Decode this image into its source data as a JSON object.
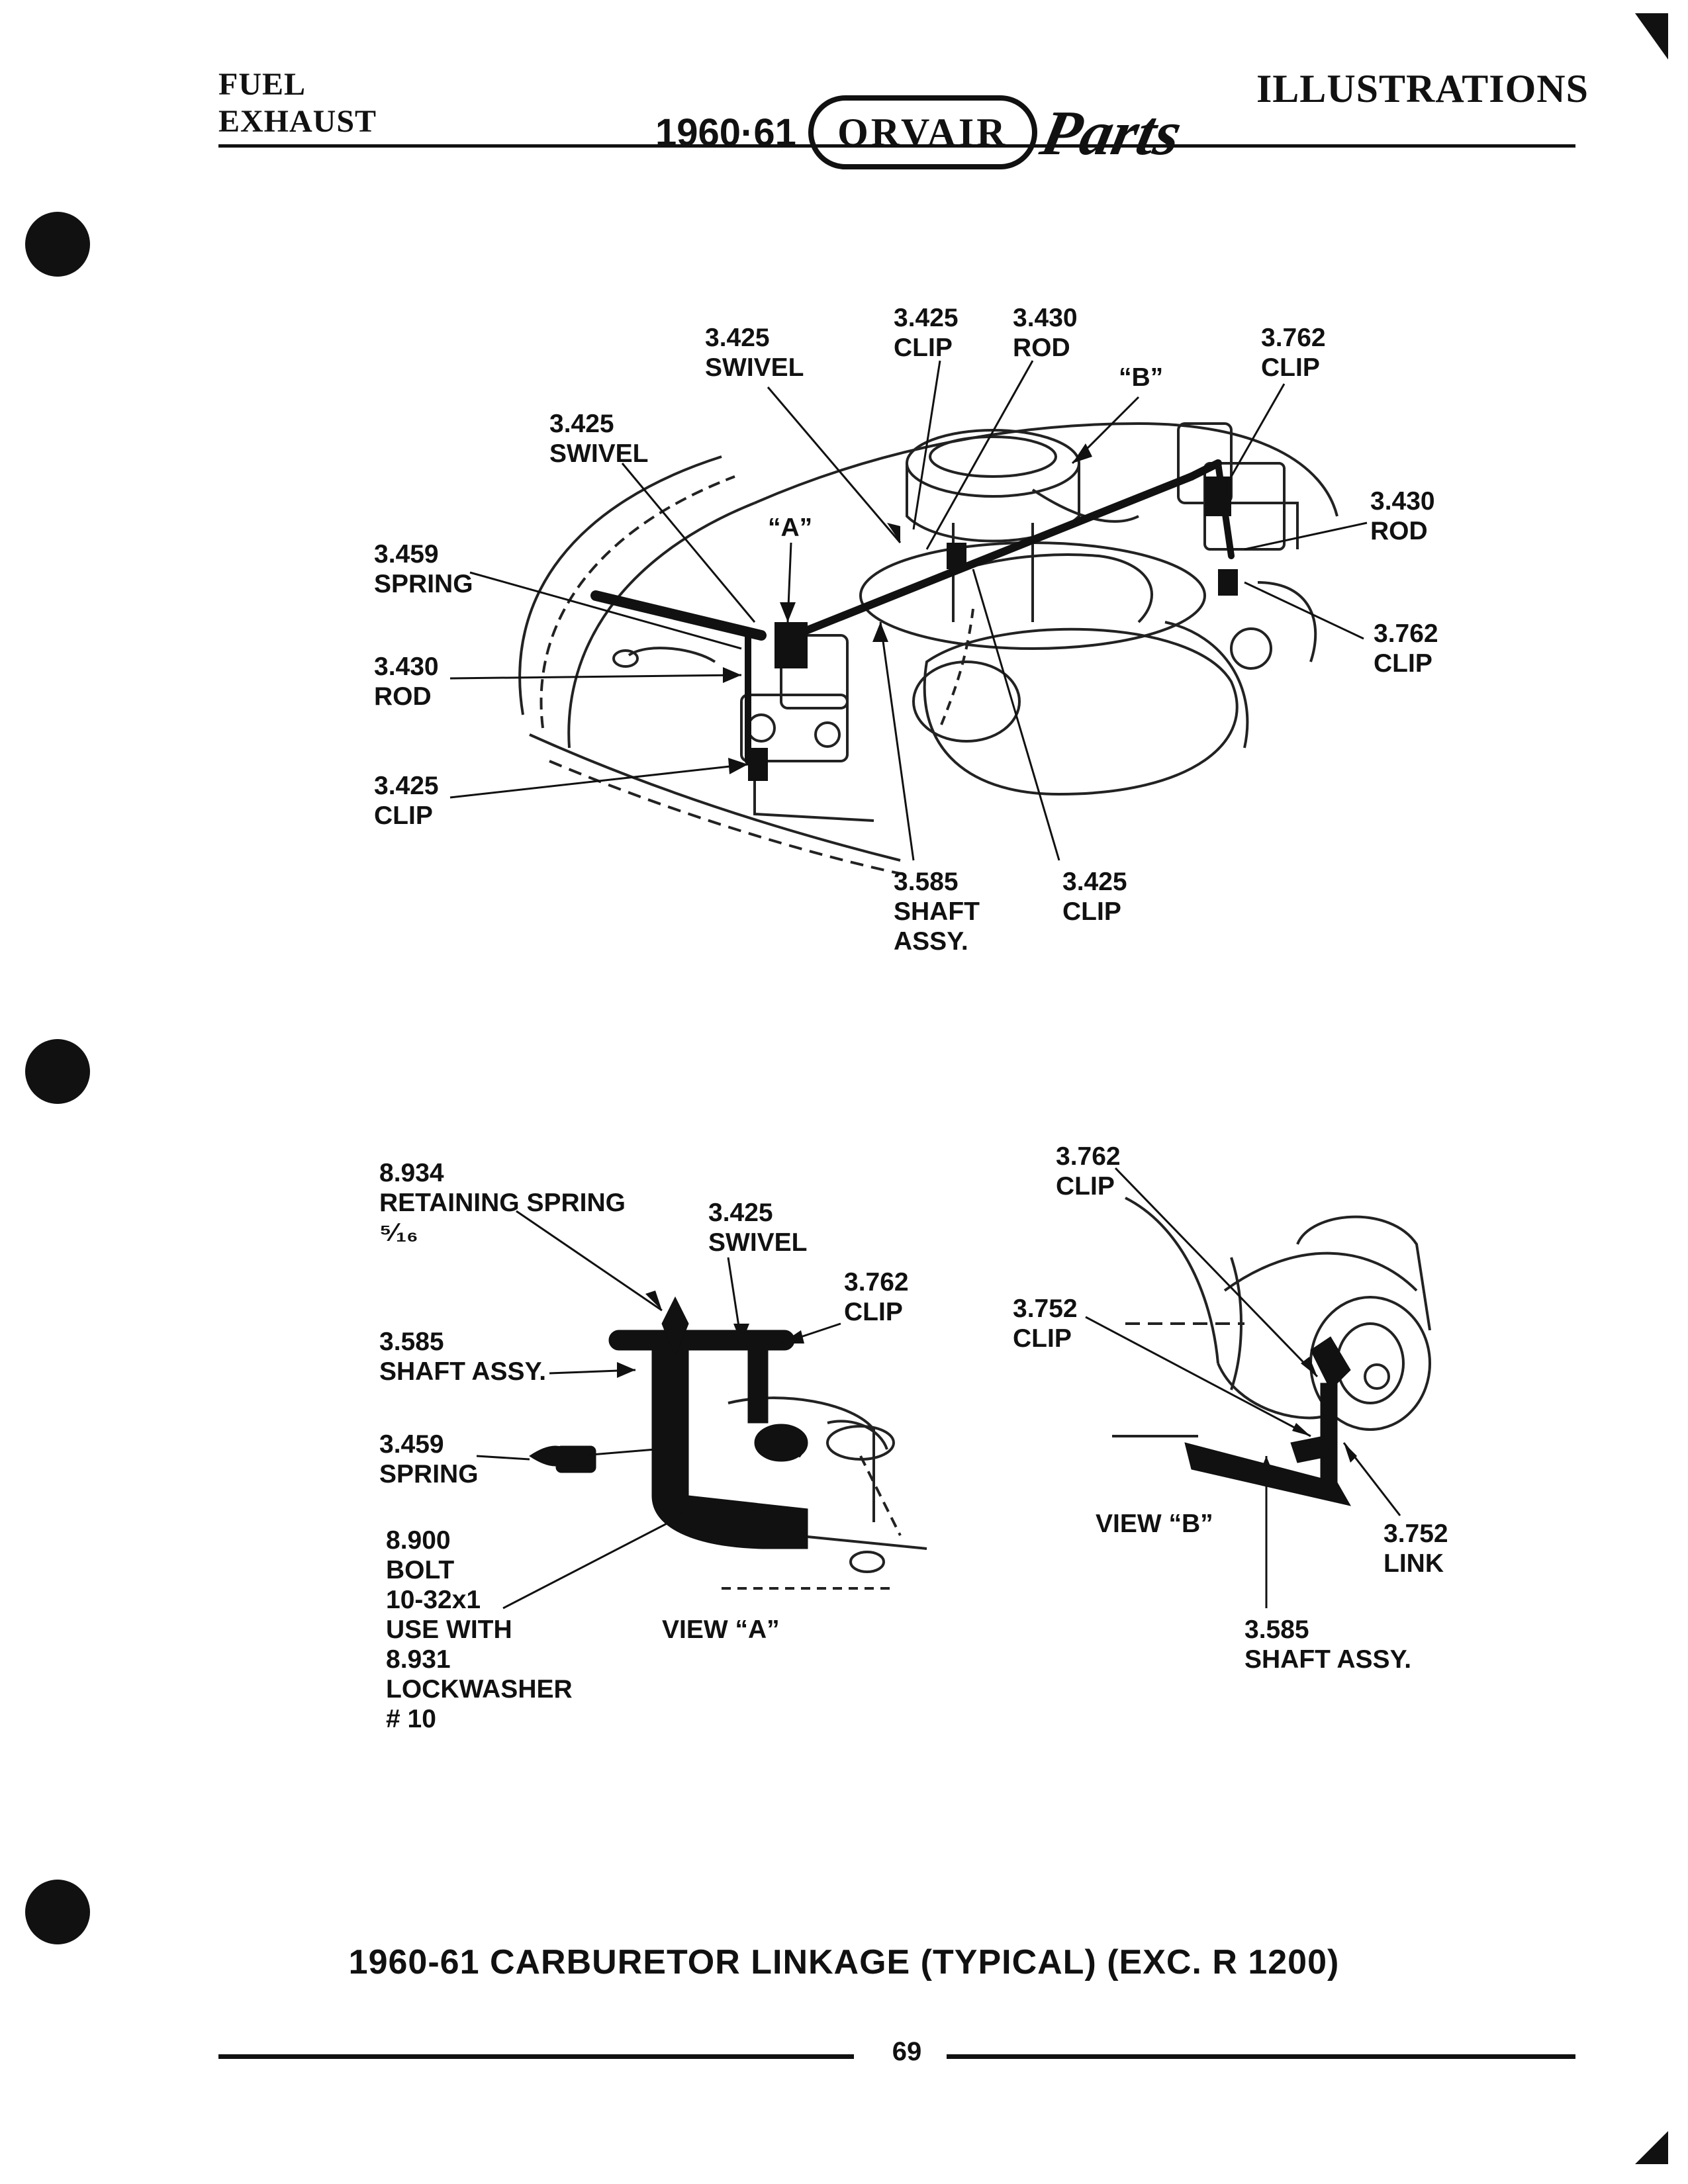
{
  "header": {
    "section_line1": "FUEL",
    "section_line2": "EXHAUST",
    "year": "1960·61",
    "brand": "ORVAIR",
    "brand_script": "Parts",
    "right_title": "ILLUSTRATIONS"
  },
  "diagram_top": {
    "labels": [
      {
        "id": "swivel-a",
        "text": "3.425\nSWIVEL"
      },
      {
        "id": "clip-top",
        "text": "3.425\nCLIP"
      },
      {
        "id": "rod-top",
        "text": "3.430\nROD"
      },
      {
        "id": "view-b-marker",
        "text": "“B”"
      },
      {
        "id": "clip-3762-top",
        "text": "3.762\nCLIP"
      },
      {
        "id": "swivel-b",
        "text": "3.425\nSWIVEL"
      },
      {
        "id": "view-a-marker",
        "text": "“A”"
      },
      {
        "id": "rod-right",
        "text": "3.430\nROD"
      },
      {
        "id": "spring",
        "text": "3.459\nSPRING"
      },
      {
        "id": "clip-3762-right",
        "text": "3.762\nCLIP"
      },
      {
        "id": "rod-left",
        "text": "3.430\nROD"
      },
      {
        "id": "clip-left",
        "text": "3.425\nCLIP"
      },
      {
        "id": "shaft-assy",
        "text": "3.585\nSHAFT\nASSY."
      },
      {
        "id": "clip-bottom",
        "text": "3.425\nCLIP"
      }
    ]
  },
  "view_a": {
    "title": "VIEW “A”",
    "labels": [
      {
        "id": "retaining-spring",
        "text": "8.934\nRETAINING SPRING\n⁵⁄₁₆"
      },
      {
        "id": "swivel",
        "text": "3.425\nSWIVEL"
      },
      {
        "id": "clip",
        "text": "3.762\nCLIP"
      },
      {
        "id": "shaft",
        "text": "3.585\nSHAFT ASSY."
      },
      {
        "id": "spring",
        "text": "3.459\nSPRING"
      },
      {
        "id": "bolt",
        "text": "8.900\nBOLT\n10-32x1\nUSE WITH\n8.931\nLOCKWASHER\n# 10"
      }
    ]
  },
  "view_b": {
    "title": "VIEW “B”",
    "labels": [
      {
        "id": "clip-3762",
        "text": "3.762\nCLIP"
      },
      {
        "id": "clip-3752",
        "text": "3.752\nCLIP"
      },
      {
        "id": "link",
        "text": "3.752\nLINK"
      },
      {
        "id": "shaft",
        "text": "3.585\nSHAFT ASSY."
      }
    ]
  },
  "caption": "1960-61 CARBURETOR LINKAGE (TYPICAL) (EXC. R 1200)",
  "page_number": "69"
}
